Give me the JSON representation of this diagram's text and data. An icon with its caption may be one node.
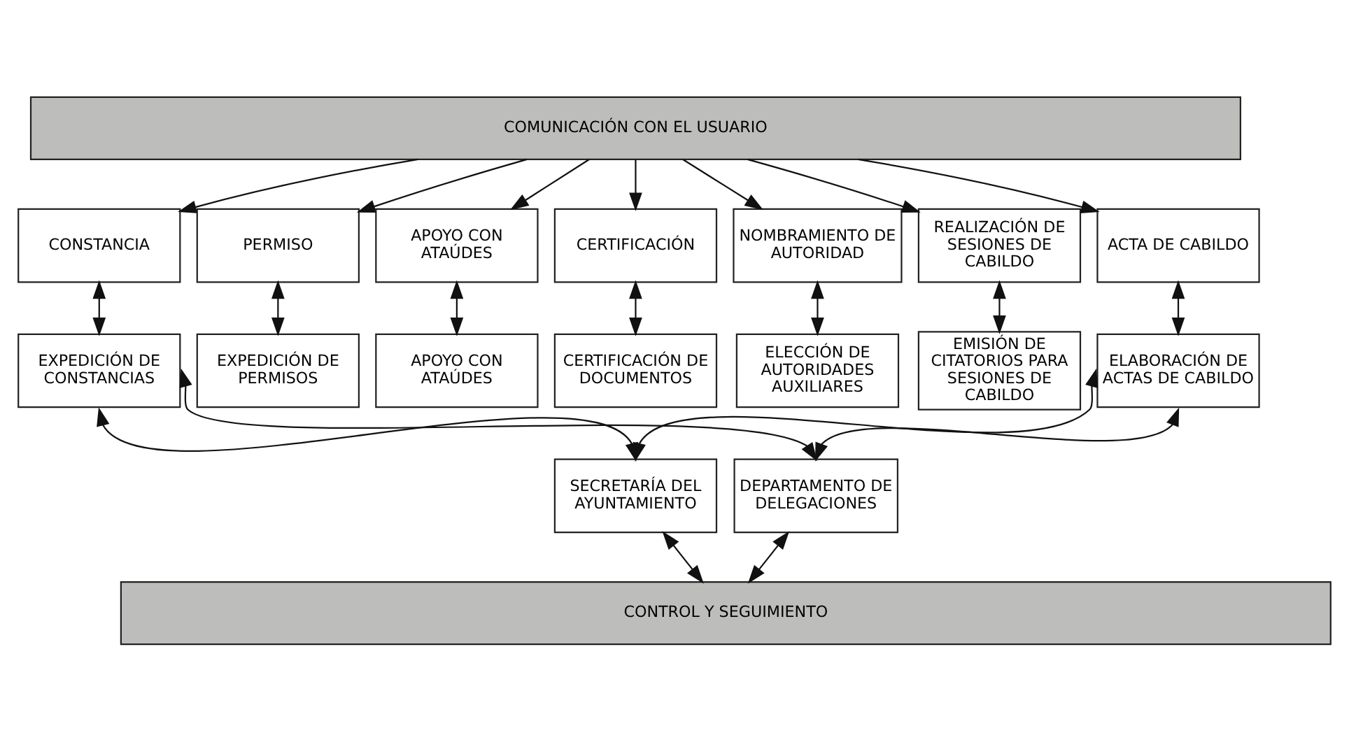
{
  "diagram": {
    "nodes": [
      {
        "text": [
          "COMUNICACIÓN CON EL USUARIO"
        ]
      },
      {
        "text": [
          "CONSTANCIA"
        ]
      },
      {
        "text": [
          "PERMISO"
        ]
      },
      {
        "text": [
          "APOYO CON ATAÚDES"
        ]
      },
      {
        "text": [
          "CERTIFICACIÓN"
        ]
      },
      {
        "text": [
          "NOMBRAMIENTO DE AUTORIDAD"
        ]
      },
      {
        "text": [
          "REALIZACIÓN DE SESIONES DE CABILDO"
        ]
      },
      {
        "text": [
          "ACTA DE CABILDO"
        ]
      },
      {
        "text": [
          "EXPEDICIÓN DE CONSTANCIAS"
        ]
      },
      {
        "text": [
          "EXPEDICIÓN DE PERMISOS"
        ]
      },
      {
        "text": [
          "APOYO CON ATAÚDES"
        ]
      },
      {
        "text": [
          "CERTIFICACIÓN DE DOCUMENTOS"
        ]
      },
      {
        "text": [
          "ELECCIÓN DE AUTORIDADES AUXILIARES"
        ]
      },
      {
        "text": [
          "EMISIÓN DE CITATORIOS PARA SESIONES DE CABILDO"
        ]
      },
      {
        "text": [
          "ELABORACIÓN DE ACTAS DE CABILDO"
        ]
      },
      {
        "text": [
          "SECRETARÍA DEL AYUNTAMIENTO"
        ]
      },
      {
        "text": [
          "DEPARTAMENTO DE DELEGACIONES"
        ]
      },
      {
        "text": [
          "CONTROL Y SEGUIMIENTO"
        ]
      }
    ],
    "edges": [
      {
        "from": 0,
        "to": 1,
        "arrow": "to"
      },
      {
        "from": 0,
        "to": 2,
        "arrow": "to"
      },
      {
        "from": 0,
        "to": 3,
        "arrow": "to"
      },
      {
        "from": 0,
        "to": 4,
        "arrow": "to"
      },
      {
        "from": 0,
        "to": 5,
        "arrow": "to"
      },
      {
        "from": 0,
        "to": 6,
        "arrow": "to"
      },
      {
        "from": 0,
        "to": 7,
        "arrow": "to"
      },
      {
        "from": 1,
        "to": 8,
        "arrow": "both"
      },
      {
        "from": 2,
        "to": 9,
        "arrow": "both"
      },
      {
        "from": 3,
        "to": 10,
        "arrow": "both"
      },
      {
        "from": 4,
        "to": 11,
        "arrow": "both"
      },
      {
        "from": 5,
        "to": 12,
        "arrow": "both"
      },
      {
        "from": 6,
        "to": 13,
        "arrow": "both"
      },
      {
        "from": 7,
        "to": 14,
        "arrow": "both"
      },
      {
        "from": 15,
        "to": 8,
        "arrow": "both"
      },
      {
        "from": 15,
        "to": 14,
        "arrow": "both"
      },
      {
        "from": 16,
        "to": 8,
        "arrow": "both"
      },
      {
        "from": 16,
        "to": 14,
        "arrow": "both"
      },
      {
        "from": 15,
        "to": 17,
        "arrow": "both"
      },
      {
        "from": 16,
        "to": 17,
        "arrow": "both"
      }
    ]
  }
}
